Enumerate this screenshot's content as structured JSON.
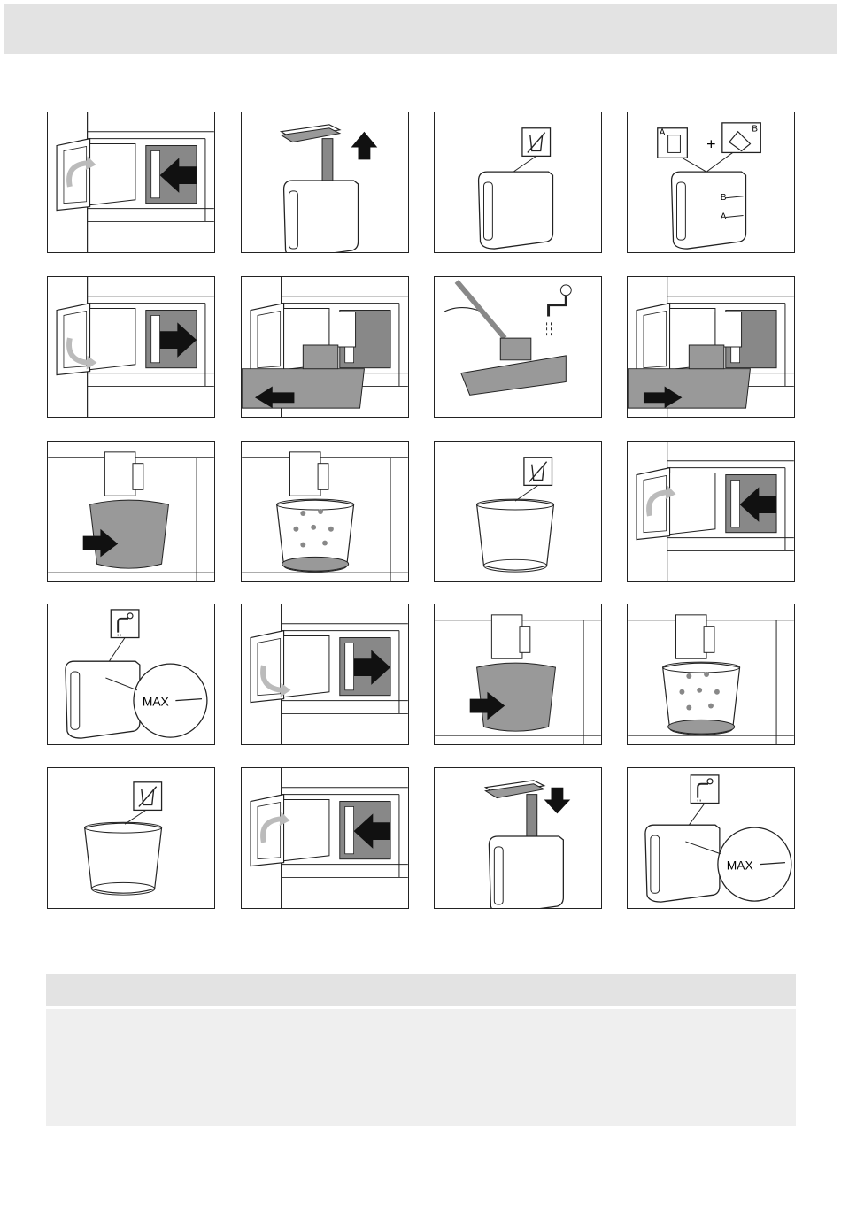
{
  "header": {
    "title": ""
  },
  "labels": {
    "tank_a": "A",
    "tank_b": "B",
    "plus": "+",
    "level_b": "B",
    "level_a": "A",
    "max": "MAX"
  },
  "icons": {
    "no_water": "empty-cup-crossed-icon",
    "tap": "water-tap-icon",
    "descaler_a": "descaler-bottle-icon",
    "descaler_b": "pour-container-icon",
    "arrow": "arrow-icon"
  },
  "colors": {
    "border": "#222222",
    "part_fill": "#999999",
    "header_band": "#e3e3e3",
    "note_band": "#efefef"
  },
  "note": {
    "heading": "",
    "body": ""
  }
}
